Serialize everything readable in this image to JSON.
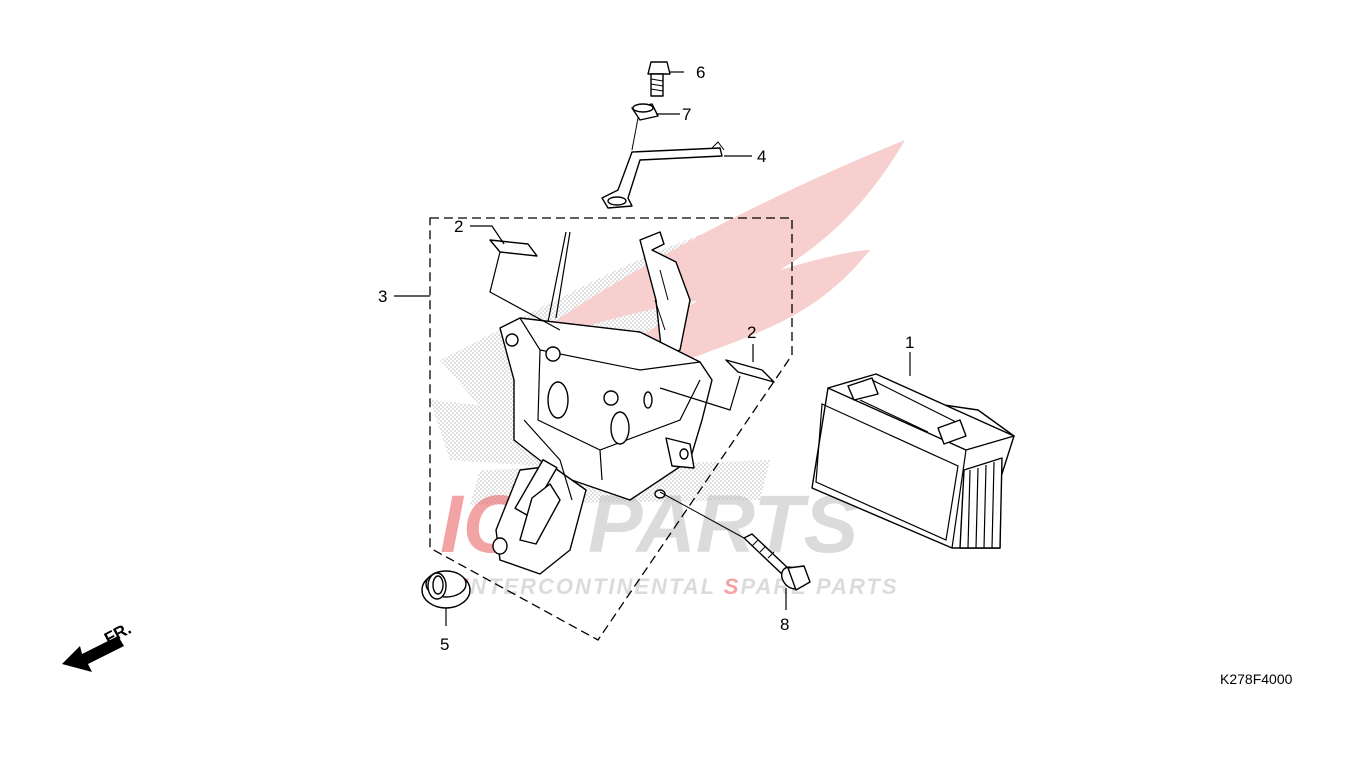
{
  "diagram": {
    "callouts": {
      "c1": "1",
      "c2a": "2",
      "c2b": "2",
      "c3": "3",
      "c4": "4",
      "c5": "5",
      "c6": "6",
      "c7": "7",
      "c8": "8"
    },
    "direction_label": "FR.",
    "diagram_code": "K278F4000"
  },
  "watermark": {
    "brand_prefix": "ICS",
    "brand_suffix": "PARTS",
    "tagline_parts": [
      "I",
      "NTER",
      "CONTINENTAL ",
      "S",
      "PARE PARTS"
    ],
    "colors": {
      "red": "#e8585a",
      "gray": "#bfbfbf",
      "stipple": "#b0b0b0"
    }
  }
}
